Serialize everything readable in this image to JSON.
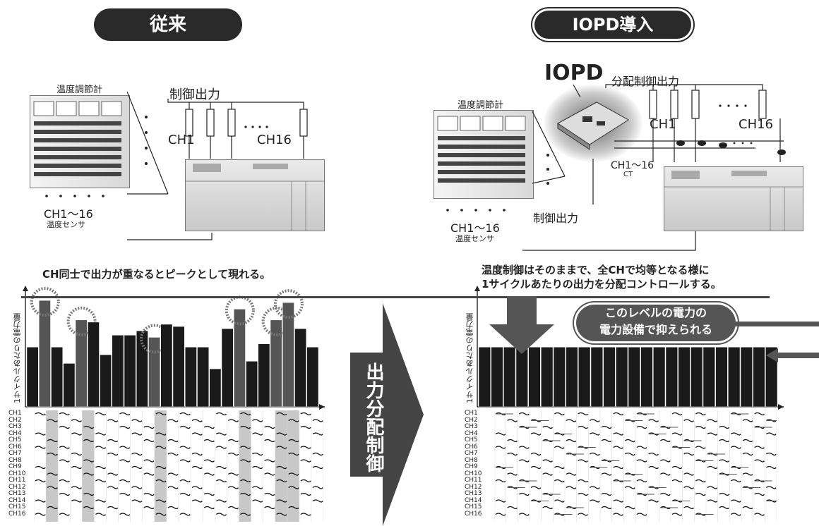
{
  "header": {
    "left_title": "従来",
    "right_title": "IOPD導入"
  },
  "left": {
    "controller_label": "温度調節計",
    "control_output": "制御出力",
    "ch_first": "CH1",
    "ch_last": "CH16",
    "sensor_range": "CH1～16",
    "sensor_label": "温度センサ"
  },
  "right": {
    "controller_label": "温度調節計",
    "device_name": "IOPD",
    "dist_output": "分配制御出力",
    "ch_first": "CH1",
    "ch_last": "CH16",
    "ct_range": "CH1～16",
    "ct_label": "CT",
    "control_output": "制御出力",
    "sensor_range": "CH1～16",
    "sensor_label": "温度センサ"
  },
  "captions": {
    "left": "CH同士で出力が重なるとピークとして現れる。",
    "right_line1": "温度制御はそのままで、全CHで均等となる様に",
    "right_line2": "1サイクルあたりの出力を分配コントロールする。"
  },
  "center_arrow": {
    "text": "出力分配制御"
  },
  "callout": {
    "line1": "このレベルの電力の",
    "line2": "電力設備で抑えられる"
  },
  "y_axis_label": "1サイクルあたりの電力量",
  "channels": [
    "CH1",
    "CH2",
    "CH3",
    "CH4",
    "CH5",
    "CH6",
    "CH7",
    "CH8",
    "CH9",
    "CH10",
    "CH11",
    "CH12",
    "CH13",
    "CH14",
    "CH15",
    "CH16"
  ],
  "chart_data": [
    {
      "type": "bar",
      "title": "",
      "ylabel": "1サイクルあたりの電力量",
      "values": [
        0.55,
        0.98,
        0.55,
        0.4,
        0.8,
        0.78,
        0.48,
        0.66,
        0.66,
        0.7,
        0.64,
        0.76,
        0.74,
        0.55,
        0.55,
        0.35,
        0.72,
        0.9,
        0.42,
        0.58,
        0.8,
        0.96,
        0.72,
        0.55
      ],
      "peaks": [
        1,
        4,
        10,
        17,
        20,
        21
      ]
    },
    {
      "type": "bar",
      "title": "",
      "ylabel": "1サイクルあたりの電力量",
      "values": [
        0.55,
        0.55,
        0.55,
        0.55,
        0.55,
        0.55,
        0.55,
        0.55,
        0.55,
        0.55,
        0.55,
        0.55,
        0.55,
        0.55,
        0.55,
        0.55,
        0.55,
        0.55,
        0.55,
        0.55,
        0.55,
        0.55,
        0.55,
        0.55
      ]
    }
  ]
}
